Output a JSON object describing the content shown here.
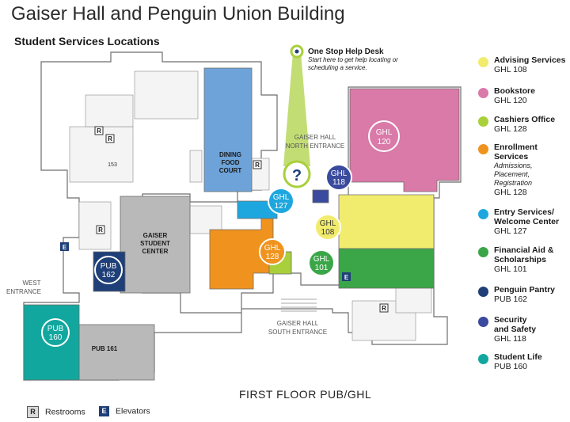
{
  "header": {
    "title": "Gaiser Hall and Penguin Union Building",
    "subtitle": "Student Services Locations"
  },
  "help_desk": {
    "title": "One Stop Help Desk",
    "description": "Start here to get help locating or scheduling a service.",
    "marker": "?"
  },
  "colors": {
    "advising": "#f2ec6e",
    "bookstore": "#d97aa8",
    "cashiers": "#a9cf3b",
    "enrollment": "#f0931e",
    "entry": "#1ea7df",
    "financial": "#3aa648",
    "pantry": "#1e3f78",
    "security": "#3a4a9e",
    "student_life": "#12a79e",
    "food": "#6da3d9",
    "gray_center": "#b9b9b9",
    "outline": "#6d6d6d"
  },
  "legend": [
    {
      "name": "Advising Services",
      "sub": "",
      "code": "GHL 108",
      "color": "#f2ec6e"
    },
    {
      "name": "Bookstore",
      "sub": "",
      "code": "GHL 120",
      "color": "#d97aa8"
    },
    {
      "name": "Cashiers Office",
      "sub": "",
      "code": "GHL 128",
      "color": "#a9cf3b"
    },
    {
      "name": "Enrollment Services",
      "sub": "Admissions, Placement, Registration",
      "code": "GHL 128",
      "color": "#f0931e"
    },
    {
      "name": "Entry Services/ Welcome Center",
      "sub": "",
      "code": "GHL 127",
      "color": "#1ea7df"
    },
    {
      "name": "Financial Aid & Scholarships",
      "sub": "",
      "code": "GHL 101",
      "color": "#3aa648"
    },
    {
      "name": "Penguin Pantry",
      "sub": "",
      "code": "PUB 162",
      "color": "#1e3f78"
    },
    {
      "name": "Security and Safety",
      "sub": "",
      "code": "GHL 118",
      "color": "#3a4a9e"
    },
    {
      "name": "Student Life",
      "sub": "",
      "code": "PUB 160",
      "color": "#12a79e"
    }
  ],
  "map_labels": {
    "dining": [
      "DINING",
      "FOOD",
      "COURT"
    ],
    "gaiser_center": [
      "GAISER",
      "STUDENT",
      "CENTER"
    ],
    "north_entrance": [
      "GAISER HALL",
      "NORTH ENTRANCE"
    ],
    "south_entrance": [
      "GAISER HALL",
      "SOUTH ENTRANCE"
    ],
    "west_entrance": [
      "WEST",
      "ENTRANCE"
    ],
    "pub161": "PUB 161",
    "room153": "153"
  },
  "markers": [
    {
      "id": "ghl120",
      "lines": [
        "GHL",
        "120"
      ],
      "color": "#d97aa8"
    },
    {
      "id": "ghl118",
      "lines": [
        "GHL",
        "118"
      ],
      "color": "#3a4a9e"
    },
    {
      "id": "ghl127",
      "lines": [
        "GHL",
        "127"
      ],
      "color": "#1ea7df"
    },
    {
      "id": "ghl108",
      "lines": [
        "GHL",
        "108"
      ],
      "color": "#f2ec6e"
    },
    {
      "id": "ghl128",
      "lines": [
        "GHL",
        "128"
      ],
      "color": "#f0931e"
    },
    {
      "id": "ghl101",
      "lines": [
        "GHL",
        "101"
      ],
      "color": "#3aa648"
    },
    {
      "id": "pub162",
      "lines": [
        "PUB",
        "162"
      ],
      "color": "#1e3f78"
    },
    {
      "id": "pub160",
      "lines": [
        "PUB",
        "160"
      ],
      "color": "#12a79e"
    }
  ],
  "restroom_symbol": "R",
  "elevator_symbol": "E",
  "floor_label": "FIRST FLOOR PUB/GHL",
  "key": {
    "restrooms": "Restrooms",
    "elevators": "Elevators"
  }
}
